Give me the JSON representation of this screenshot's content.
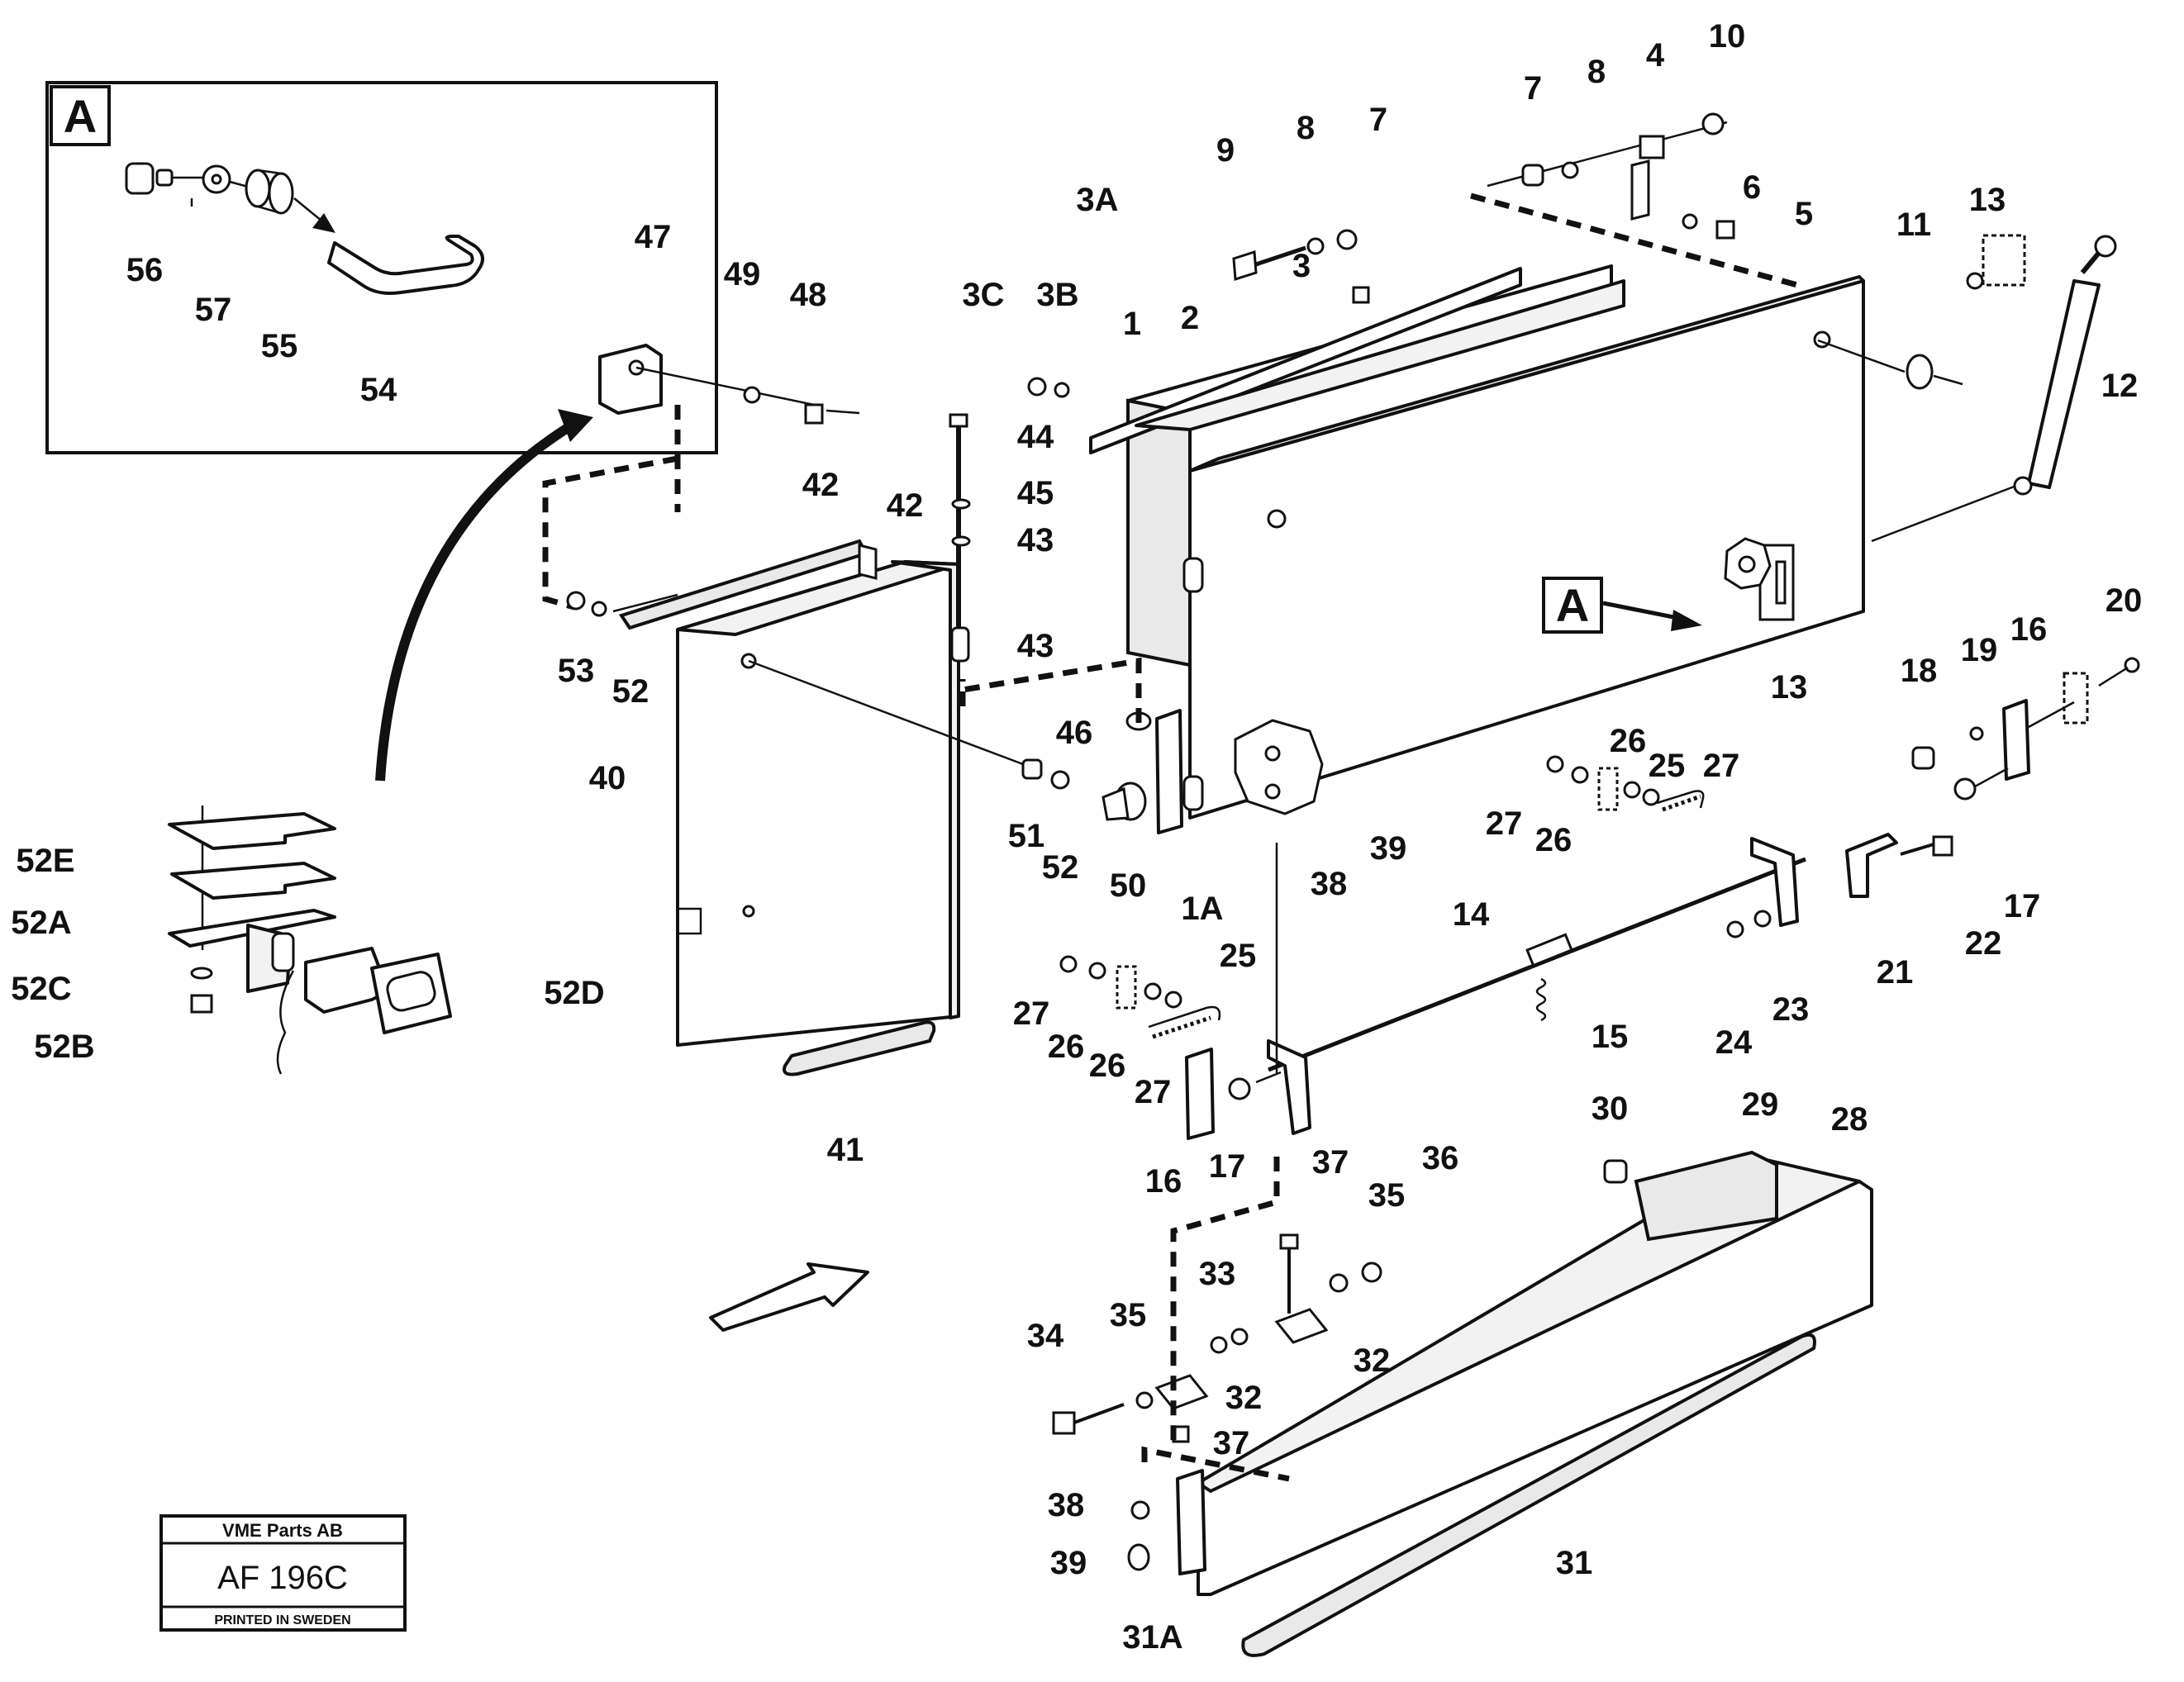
{
  "detail": {
    "letter": "A",
    "callout": "A"
  },
  "stamp": {
    "company": "VME Parts AB",
    "code": "AF 196C",
    "printed": "PRINTED IN SWEDEN"
  },
  "labels": [
    "56",
    "57",
    "55",
    "54",
    "47",
    "49",
    "48",
    "9",
    "8",
    "7",
    "7",
    "8",
    "4",
    "10",
    "6",
    "5",
    "3A",
    "3C",
    "3B",
    "3",
    "1",
    "2",
    "11",
    "13",
    "12",
    "44",
    "45",
    "43",
    "43",
    "42",
    "42",
    "53",
    "52",
    "40",
    "46",
    "51",
    "52",
    "50",
    "1A",
    "13",
    "39",
    "38",
    "20",
    "18",
    "19",
    "16",
    "26",
    "27",
    "25",
    "27",
    "26",
    "14",
    "17",
    "22",
    "21",
    "24",
    "23",
    "15",
    "52E",
    "52A",
    "52C",
    "52B",
    "52D",
    "27",
    "26",
    "26",
    "27",
    "25",
    "41",
    "16",
    "17",
    "30",
    "29",
    "28",
    "37",
    "35",
    "36",
    "33",
    "34",
    "35",
    "32",
    "32",
    "37",
    "38",
    "39",
    "31A",
    "31"
  ]
}
